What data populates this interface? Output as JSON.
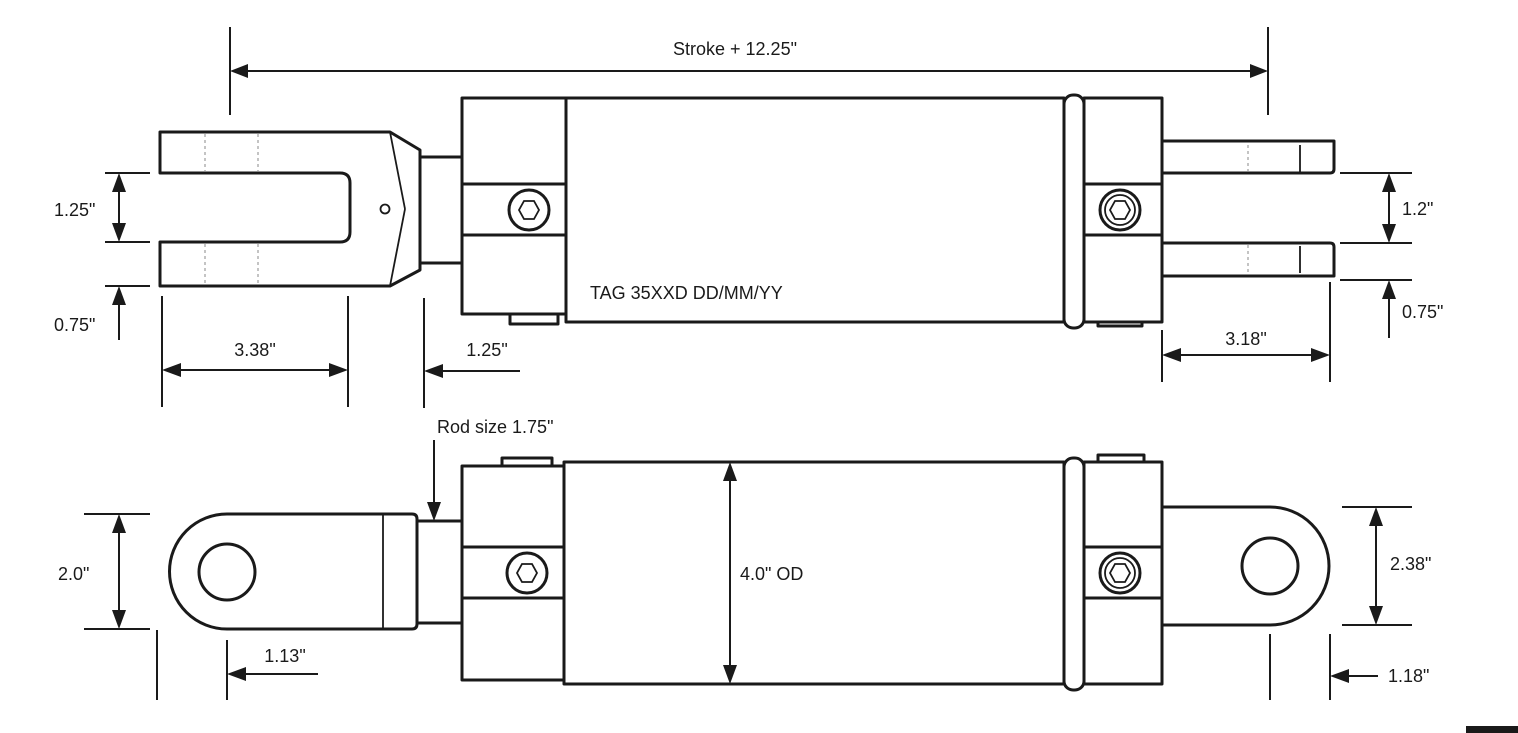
{
  "top_view": {
    "stroke_dimension": "Stroke + 12.25\"",
    "tag": "TAG 35XXD DD/MM/YY",
    "left_clevis_gap": "1.25\"",
    "left_clevis_prong": "0.75\"",
    "left_clevis_length": "3.38\"",
    "left_rod_extension": "1.25\"",
    "right_clevis_gap": "1.2\"",
    "right_clevis_prong": "0.75\"",
    "right_clevis_length": "3.18\""
  },
  "bottom_view": {
    "rod_size": "Rod size 1.75\"",
    "left_eye_width": "2.0\"",
    "left_eye_offset": "1.13\"",
    "body_diameter": "4.0\" OD",
    "right_eye_width": "2.38\"",
    "right_eye_offset": "1.18\""
  },
  "colors": {
    "line": "#1a1a1a",
    "background": "#ffffff"
  }
}
